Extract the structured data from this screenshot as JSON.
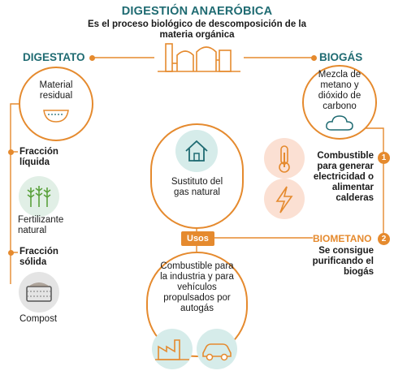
{
  "header": {
    "title": "DIGESTIÓN ANAERÓBICA",
    "subtitle": "Es el proceso biológico de descomposición de la materia orgánica"
  },
  "digestato": {
    "heading": "DIGESTATO",
    "circle_label": "Material residual",
    "liquid": {
      "label": "Fracción líquida",
      "product": "Fertilizante natural"
    },
    "solid": {
      "label": "Fracción sólida",
      "product": "Compost"
    }
  },
  "biogas": {
    "heading": "BIOGÁS",
    "circle_label": "Mezcla de metano y dióxido de carbono",
    "use1": {
      "number": "1",
      "text": "Combustible para generar electricidad o alimentar calderas"
    }
  },
  "biometano": {
    "heading": "BIOMETANO",
    "number": "2",
    "text": "Se consigue purificando el biogás"
  },
  "center": {
    "sustitute": "Sustituto del gas natural",
    "usos": "Usos",
    "fuel": "Combustible para la industria y para vehículos propulsados por autogás"
  },
  "colors": {
    "teal": "#1f6b72",
    "orange": "#e58a2e"
  },
  "icons": [
    "factory-plant-icon",
    "bowl-icon",
    "cloud-icon",
    "thermometer-icon",
    "lightning-icon",
    "house-icon",
    "plants-icon",
    "compost-icon",
    "industry-icon",
    "car-icon"
  ]
}
